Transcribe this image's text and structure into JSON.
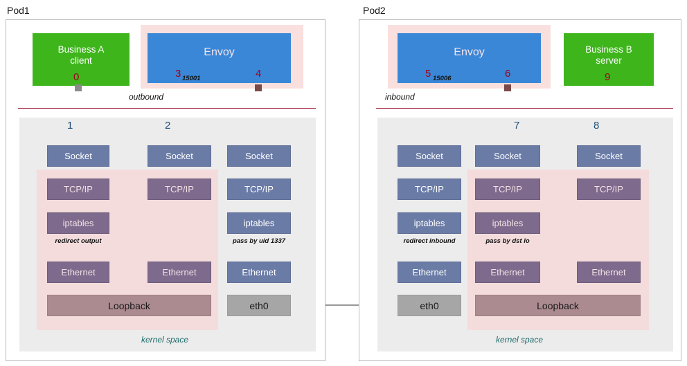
{
  "pods": [
    {
      "id": "pod1",
      "title": "Pod1",
      "kernel_label": "kernel space",
      "direction_label": "outbound",
      "apps": [
        {
          "name": "business-a-client",
          "label": "Business A\nclient",
          "step": "0",
          "color": "#3eb51b"
        },
        {
          "name": "envoy-sidecar",
          "label": "Envoy",
          "color": "#3a87d8",
          "ports": [
            "3",
            "4"
          ],
          "port_number": "15001"
        }
      ],
      "columns": [
        {
          "step": "1",
          "stack": [
            "Socket",
            "TCP/IP",
            "iptables",
            "Ethernet"
          ],
          "rule": "redirect output",
          "link": "Loopback"
        },
        {
          "step": "2",
          "stack": [
            "Socket",
            "TCP/IP",
            "Ethernet"
          ],
          "rule": "",
          "link": "Loopback"
        },
        {
          "step": "",
          "stack": [
            "Socket",
            "TCP/IP",
            "iptables",
            "Ethernet"
          ],
          "rule": "pass by uid 1337",
          "link": "eth0"
        }
      ]
    },
    {
      "id": "pod2",
      "title": "Pod2",
      "kernel_label": "kernel space",
      "direction_label": "inbound",
      "apps": [
        {
          "name": "envoy-sidecar",
          "label": "Envoy",
          "color": "#3a87d8",
          "ports": [
            "5",
            "6"
          ],
          "port_number": "15006"
        },
        {
          "name": "business-b-server",
          "label": "Business B\nserver",
          "step": "9",
          "color": "#3eb51b"
        }
      ],
      "columns": [
        {
          "step": "",
          "stack": [
            "Socket",
            "TCP/IP",
            "iptables",
            "Ethernet"
          ],
          "rule": "redirect inbound",
          "link": "eth0"
        },
        {
          "step": "7",
          "stack": [
            "Socket",
            "TCP/IP",
            "iptables",
            "Ethernet"
          ],
          "rule": "pass by dst lo",
          "link": "Loopback"
        },
        {
          "step": "8",
          "stack": [
            "Socket",
            "TCP/IP",
            "Ethernet"
          ],
          "rule": "",
          "link": "Loopback"
        }
      ]
    }
  ],
  "labels": {
    "socket": "Socket",
    "tcpip": "TCP/IP",
    "iptables": "iptables",
    "ethernet": "Ethernet",
    "loopback": "Loopback",
    "eth0": "eth0",
    "envoy": "Envoy",
    "business_a": "Business A client",
    "business_b": "Business B server",
    "kernel_space": "kernel space",
    "outbound": "outbound",
    "inbound": "inbound",
    "port_outbound": "15001",
    "port_inbound": "15006",
    "rule_redirect_output": "redirect output",
    "rule_pass_uid": "pass by uid 1337",
    "rule_redirect_inbound": "redirect inbound",
    "rule_pass_dst_lo": "pass by dst lo",
    "pod1": "Pod1",
    "pod2": "Pod2"
  },
  "steps": {
    "s0": "0",
    "s1": "1",
    "s2": "2",
    "s3": "3",
    "s4": "4",
    "s5": "5",
    "s6": "6",
    "s7": "7",
    "s8": "8",
    "s9": "9"
  },
  "colors": {
    "green_app": "#3eb51b",
    "blue_envoy": "#3a87d8",
    "pink_sidecar": "#fadfdf",
    "pink_region": "#f4dcdc",
    "kernel_gray": "#ececec",
    "stack_blue": "#6a7ba6",
    "stack_purple": "#7d6a8c",
    "loopback": "#ab8b90",
    "eth0": "#a6a6a6",
    "boundary_red": "#a01f3c",
    "step_red": "#9e0019",
    "step_blue": "#1f4e79",
    "kernel_text": "#1f6b6b",
    "wire_gray": "#8a8a8a"
  }
}
